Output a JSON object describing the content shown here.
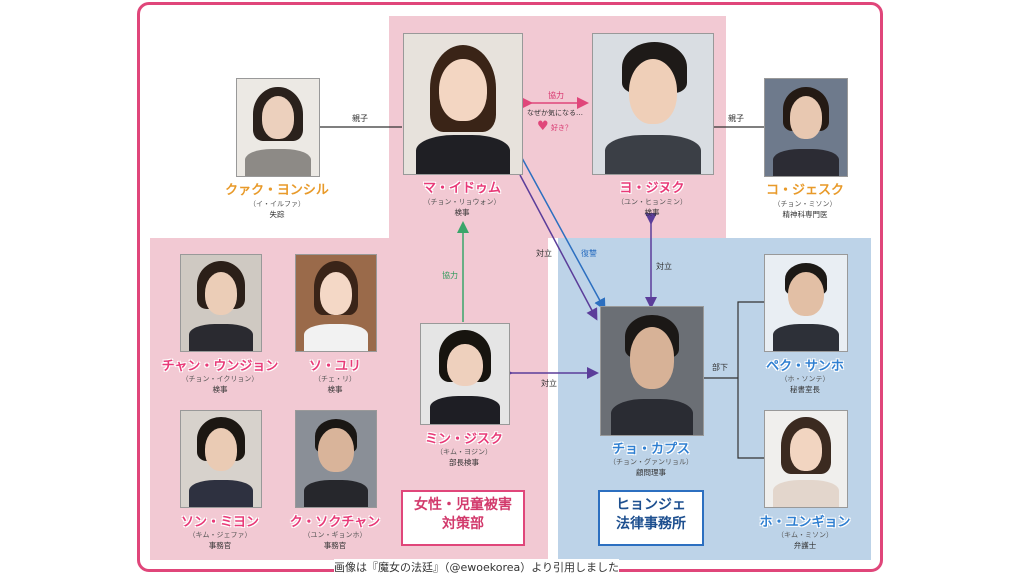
{
  "characters": {
    "ma_idum": {
      "name": "マ・イドゥム",
      "actor": "（チョン・リョウォン）",
      "role": "検事"
    },
    "yo_jinuk": {
      "name": "ヨ・ジヌク",
      "actor": "（ユン・ヒョンミン）",
      "role": "検事"
    },
    "kwak_yongsil": {
      "name": "クァク・ヨンシル",
      "actor": "（イ・イルファ）",
      "role": "失踪"
    },
    "ko_jaesuk": {
      "name": "コ・ジェスク",
      "actor": "（チョン・ミソン）",
      "role": "精神科専門医"
    },
    "jang_unjong": {
      "name": "チャン・ウンジョン",
      "actor": "（チョン・イクリョン）",
      "role": "検事"
    },
    "so_yuri": {
      "name": "ソ・ユリ",
      "actor": "（チェ・リ）",
      "role": "検事"
    },
    "min_jisuk": {
      "name": "ミン・ジスク",
      "actor": "（キム・ヨジン）",
      "role": "部長検事"
    },
    "son_miyon": {
      "name": "ソン・ミヨン",
      "actor": "（キム・ジェファ）",
      "role": "事務官"
    },
    "ku_sokchan": {
      "name": "ク・ソクチャン",
      "actor": "（ユン・ギョンホ）",
      "role": "事務官"
    },
    "cho_gapsu": {
      "name": "チョ・カプス",
      "actor": "（チョン・グァンリョル）",
      "role": "顧問理事"
    },
    "baek_sanho": {
      "name": "ペク・サンホ",
      "actor": "（ホ・ソンテ）",
      "role": "秘書室長"
    },
    "ho_yungyong": {
      "name": "ホ・ユンギョン",
      "actor": "（キム・ミソン）",
      "role": "弁護士"
    }
  },
  "relations": {
    "parent_child_left": "親子",
    "parent_child_right": "親子",
    "cooperation_top": "協力",
    "curious": "なぜか気になる…",
    "love": "好き？",
    "cooperation_vertical": "協力",
    "opposition_left": "対立",
    "revenge": "復讐",
    "opposition_right": "対立",
    "opposition_mid": "対立",
    "subordinate": "部下"
  },
  "organizations": {
    "prosecutor_team_line1": "女性・児童被害",
    "prosecutor_team_line2": "対策部",
    "law_firm_line1": "ヒョンジェ",
    "law_firm_line2": "法律事務所"
  },
  "caption": "画像は『魔女の法廷』（@ewoekorea）より引用しました",
  "colors": {
    "frame": "#e0467a",
    "pink_zone": "#f2c9d3",
    "blue_zone": "#bdd3e8",
    "green_arrow": "#3aa56a",
    "purple_arrow": "#5b3d9a",
    "blue_arrow": "#2c6fc0",
    "pink_arrow": "#e0467a"
  }
}
